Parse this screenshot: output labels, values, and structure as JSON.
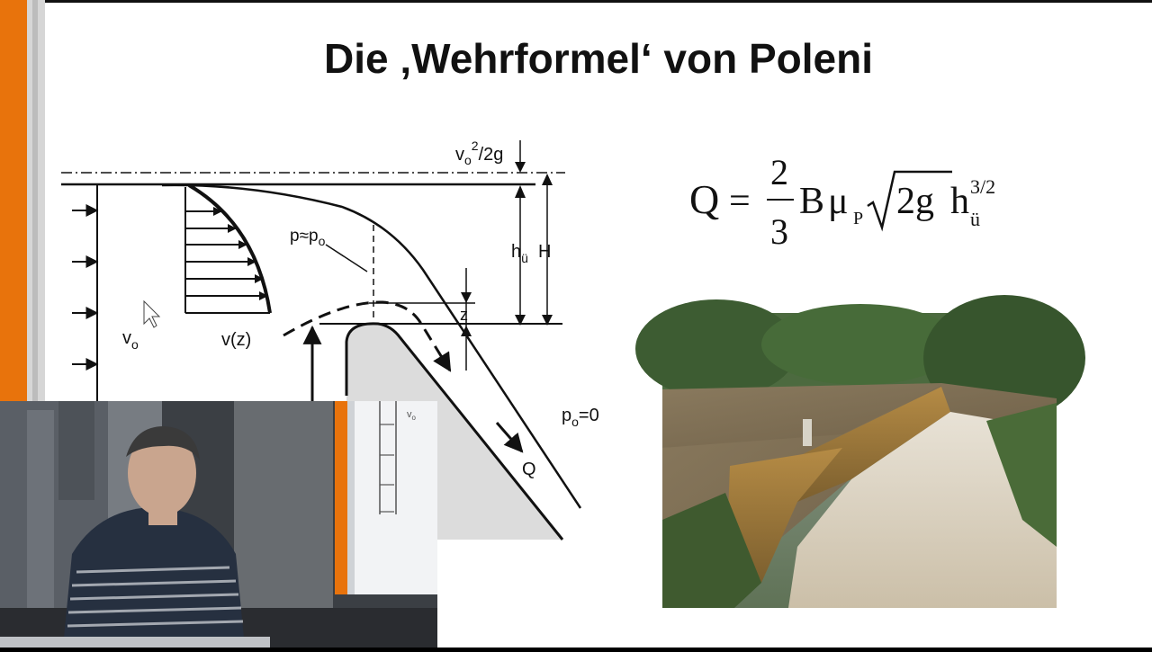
{
  "slide": {
    "title": "Die ‚Wehrformel‘ von Poleni"
  },
  "diagram": {
    "labels": {
      "velocity_head": "v",
      "velocity_head_sub": "o",
      "velocity_head_sup": "2",
      "velocity_head_rest": "/2g",
      "pressure": "p≈p",
      "pressure_sub": "o",
      "h": "h",
      "h_sub": "ü",
      "H": "H",
      "z": "z",
      "vo": "v",
      "vo_sub": "o",
      "vz": "v(z)",
      "p0": "p",
      "p0_sub": "o",
      "p0_rest": "=0",
      "Q": "Q"
    }
  },
  "formula": {
    "lhs": "Q",
    "eq": "=",
    "num": "2",
    "den": "3",
    "b": "B",
    "mu": "μ",
    "mu_sub": "P",
    "root": "2g",
    "h": "h",
    "h_sub": "ü",
    "h_sup": "3/2"
  },
  "photo": {
    "description_icon": "weir-photo"
  },
  "video": {
    "inset_label": "v",
    "inset_sub": "o"
  },
  "colors": {
    "accent": "#e8730c",
    "side": "#d6d6d6",
    "weir": "#dcdcdc"
  }
}
